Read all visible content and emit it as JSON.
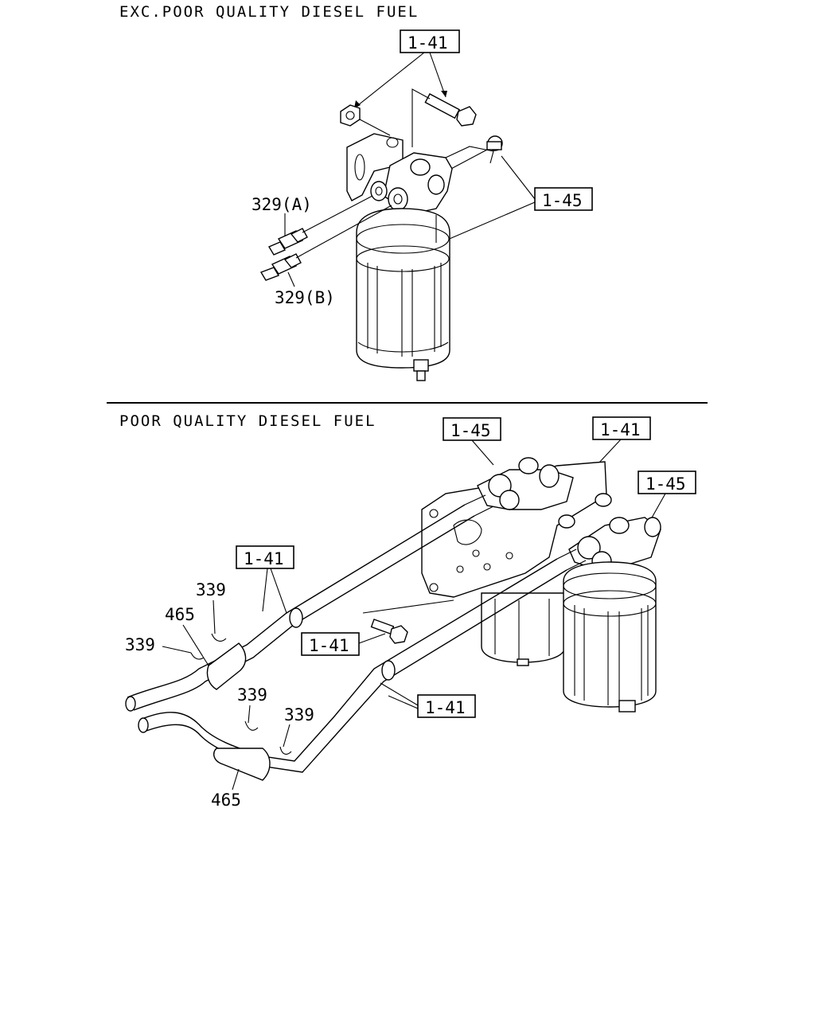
{
  "sections": {
    "top_title": "EXC.POOR QUALITY DIESEL FUEL",
    "bottom_title": "POOR QUALITY DIESEL FUEL"
  },
  "labels": {
    "top": {
      "ref_1_41": "1-41",
      "ref_1_45": "1-45",
      "part_329a": "329(A)",
      "part_329b": "329(B)"
    },
    "bottom": {
      "ref_1_45_left": "1-45",
      "ref_1_41_top": "1-41",
      "ref_1_45_right": "1-45",
      "ref_1_41_hose": "1-41",
      "ref_1_41_bolt": "1-41",
      "ref_1_41_lower": "1-41",
      "part_339_a": "339",
      "part_465_a": "465",
      "part_339_b": "339",
      "part_339_c": "339",
      "part_339_d": "339",
      "part_465_b": "465"
    }
  }
}
